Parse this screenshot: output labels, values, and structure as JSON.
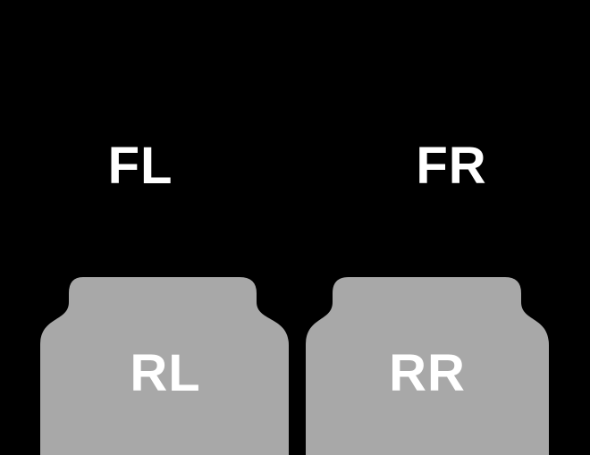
{
  "colors": {
    "background": "#000000",
    "mat_fill": "#a8a8a8",
    "label_text": "#ffffff"
  },
  "mats": {
    "front_left": {
      "label": "FL"
    },
    "front_right": {
      "label": "FR"
    },
    "rear_left": {
      "label": "RL"
    },
    "rear_right": {
      "label": "RR"
    }
  }
}
